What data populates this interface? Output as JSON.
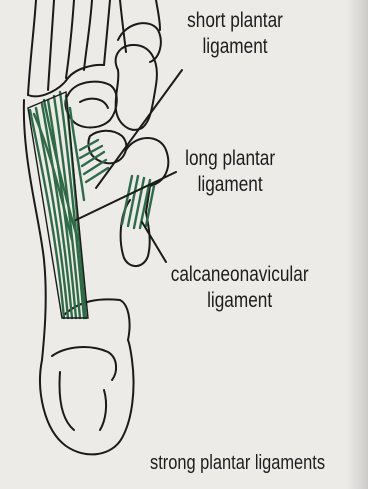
{
  "figure": {
    "labels": {
      "short_plantar": [
        "short plantar",
        "ligament"
      ],
      "long_plantar": [
        "long plantar",
        "ligament"
      ],
      "calcaneonavicular": [
        "calcaneonavicular",
        "ligament"
      ]
    },
    "caption": "strong plantar ligaments"
  },
  "colors": {
    "ligament": "#2f6b47",
    "outline": "#1a1a1a",
    "background": "#ecebe8"
  }
}
